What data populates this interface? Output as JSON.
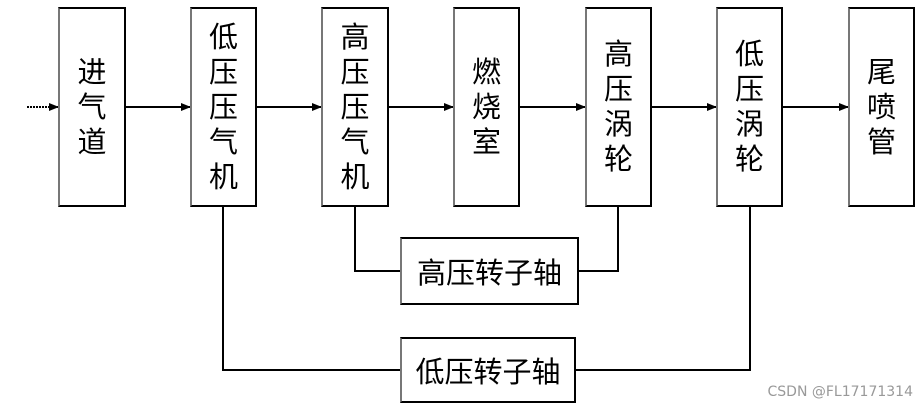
{
  "components": [
    {
      "id": "inlet",
      "label": "进气道"
    },
    {
      "id": "lp-compressor",
      "label": "低压压气机"
    },
    {
      "id": "hp-compressor",
      "label": "高压压气机"
    },
    {
      "id": "combustor",
      "label": "燃烧室"
    },
    {
      "id": "hp-turbine",
      "label": "高压涡轮"
    },
    {
      "id": "lp-turbine",
      "label": "低压涡轮"
    },
    {
      "id": "nozzle",
      "label": "尾喷管"
    }
  ],
  "shafts": [
    {
      "id": "hp-shaft",
      "label": "高压转子轴",
      "connects": [
        "高压压气机",
        "高压涡轮"
      ]
    },
    {
      "id": "lp-shaft",
      "label": "低压转子轴",
      "connects": [
        "低压压气机",
        "低压涡轮"
      ]
    }
  ],
  "watermark": "CSDN @FL17171314"
}
